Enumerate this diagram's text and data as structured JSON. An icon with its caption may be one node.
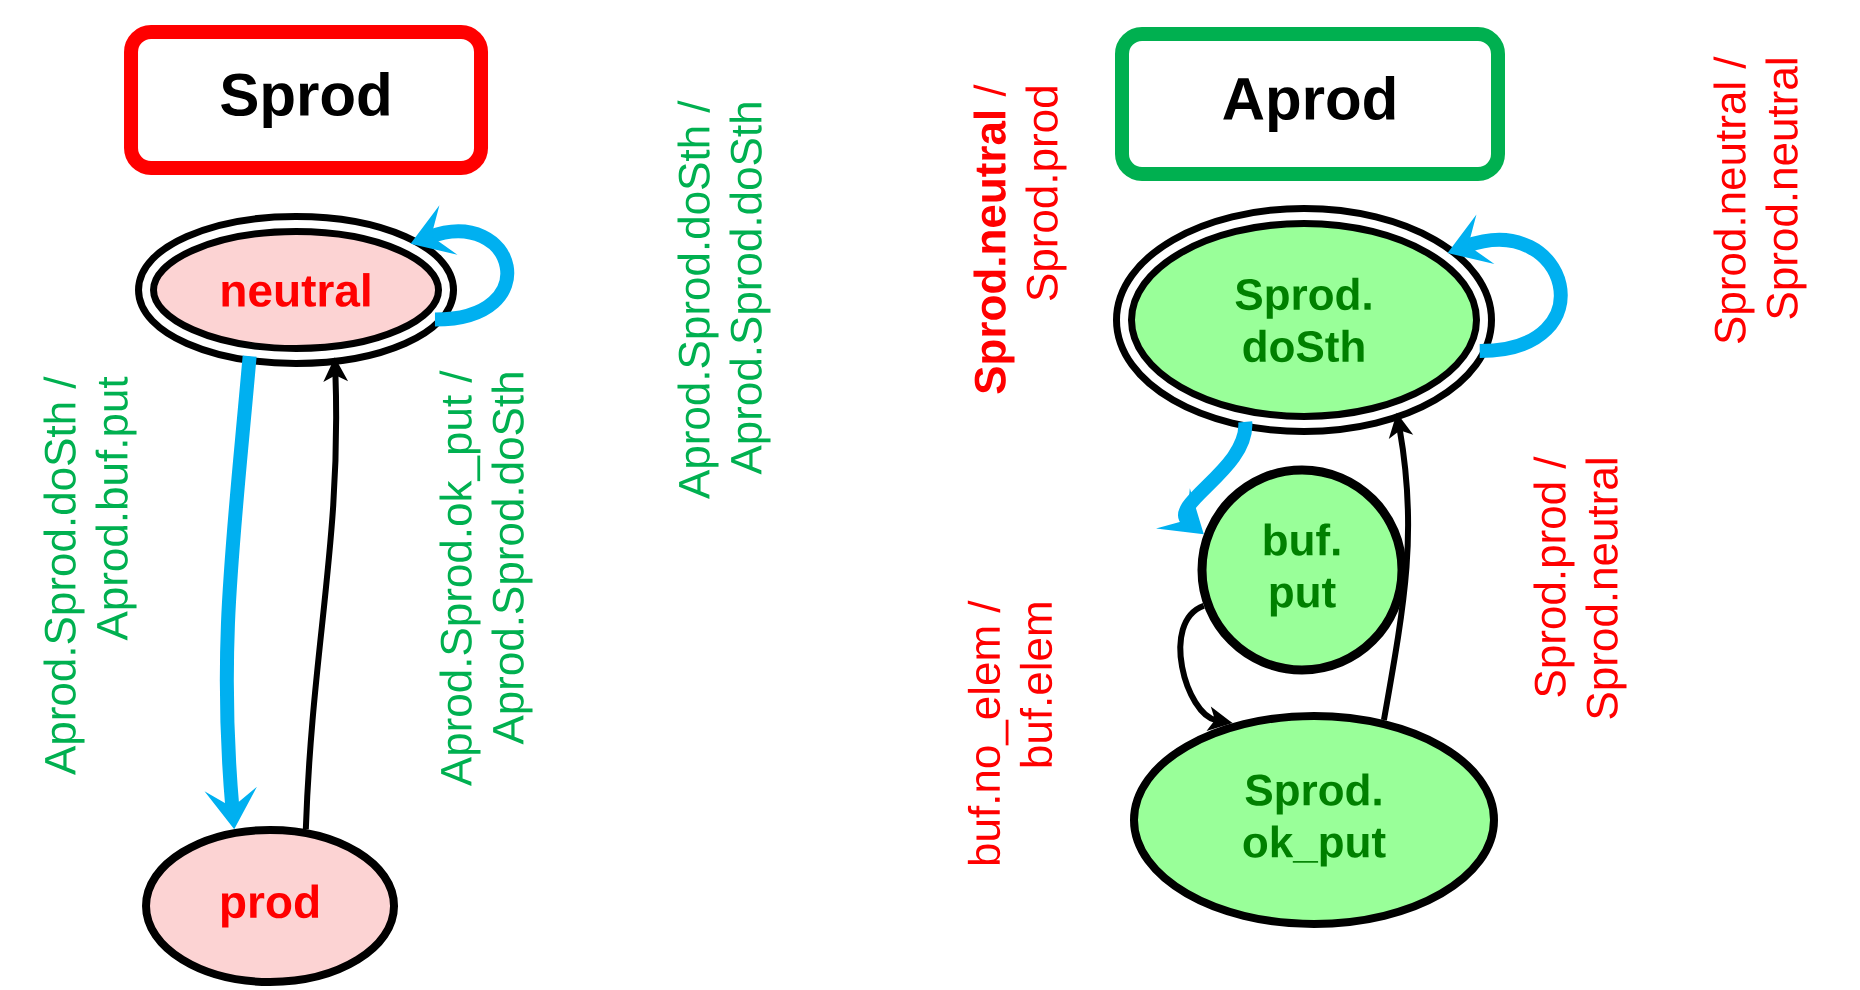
{
  "diagram": {
    "nodes": [
      {
        "text": [
          "Sprod"
        ]
      },
      {
        "text": [
          "neutral"
        ]
      },
      {
        "text": [
          "prod"
        ]
      },
      {
        "text": [
          "Aprod"
        ]
      },
      {
        "text": [
          "Sprod. doSth"
        ]
      },
      {
        "text": [
          "buf. put"
        ]
      },
      {
        "text": [
          "Sprod. ok_put"
        ]
      }
    ],
    "edges": [
      {
        "from": 1,
        "to": 2,
        "arrow": "to",
        "label": "Aprod.Sprod.doSth / Aprod.buf.put"
      },
      {
        "from": 2,
        "to": 1,
        "arrow": "to",
        "label": "Aprod.Sprod.ok_put / Aprod.Sprod.doSth",
        "color": "#000000"
      },
      {
        "from": 1,
        "to": 1,
        "arrow": "to",
        "label": "Aprod.Sprod.doSth / Aprod.Sprod.doSth"
      },
      {
        "from": 4,
        "to": 5,
        "arrow": "to",
        "label": "**Sprod.neutral** / Sprod.prod"
      },
      {
        "from": 5,
        "to": 6,
        "arrow": "to",
        "label": "buf.no_elem / buf.elem",
        "color": "#000000"
      },
      {
        "from": 6,
        "to": 4,
        "arrow": "to",
        "label": "Sprod.prod / Sprod.neutral",
        "color": "#000000"
      },
      {
        "from": 4,
        "to": 4,
        "arrow": "to",
        "label": "Sprod.neutral / Sprod.neutral"
      }
    ]
  }
}
